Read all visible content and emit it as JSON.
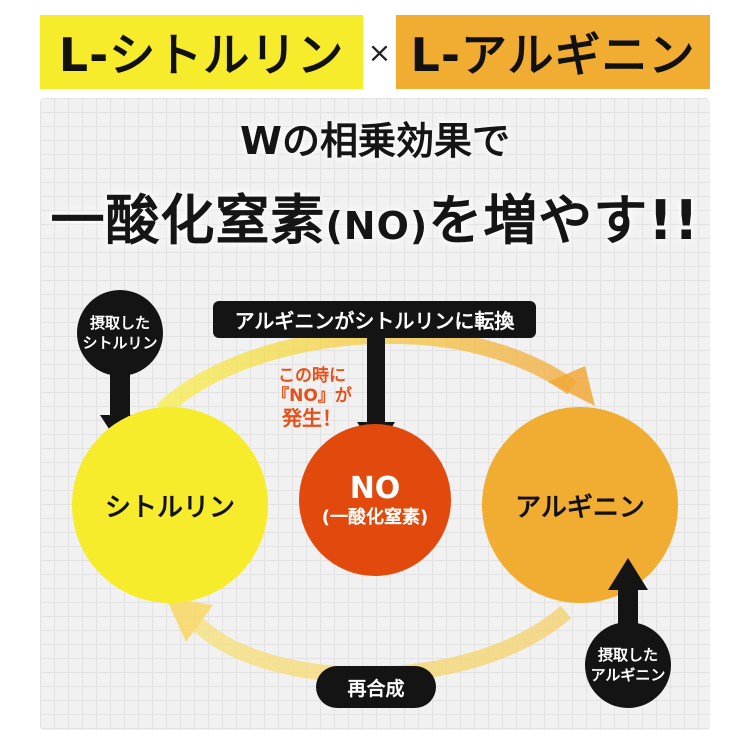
{
  "banner": {
    "left": "L-シトルリン",
    "times": "×",
    "right": "L-アルギニン"
  },
  "headline": {
    "line1": "Wの相乗効果で",
    "line2_a": "一酸化窒素",
    "line2_paren": "(NO)",
    "line2_b": "を増やす!!"
  },
  "diagram": {
    "intake_citrulline": [
      "摂取した",
      "シトルリン"
    ],
    "intake_arginine": [
      "摂取した",
      "アルギニン"
    ],
    "conversion_label": "アルギニンがシトルリンに転換",
    "note": [
      "この時に",
      "『NO』が",
      "発生！"
    ],
    "citrulline": "シトルリン",
    "no": [
      "NO",
      "(一酸化窒素)"
    ],
    "arginine": "アルギニン",
    "resynthesis": "再合成"
  },
  "colors": {
    "yellow": "#f6ec2c",
    "orange": "#f0ad32",
    "no_red": "#e2490c",
    "note_text": "#e8501a",
    "dark": "#141414"
  }
}
